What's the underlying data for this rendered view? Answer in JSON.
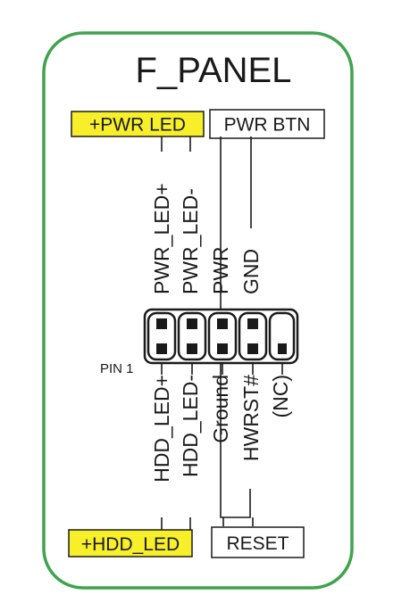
{
  "title": "F_PANEL",
  "colors": {
    "frame": "#3fa34d",
    "highlight": "#f7ef2a",
    "ink": "#1a1a1a"
  },
  "top_boxes": {
    "pwr_led": "+PWR LED",
    "pwr_btn": "PWR BTN"
  },
  "bottom_boxes": {
    "hdd_led": "+HDD_LED",
    "reset": "RESET"
  },
  "top_pin_labels": [
    "PWR_LED+",
    "PWR_LED-",
    "PWR",
    "GND"
  ],
  "bottom_pin_labels": [
    "HDD_LED+",
    "HDD_LED-",
    "Ground",
    "HWRST#",
    "(NC)"
  ],
  "pin1_label": "PIN 1"
}
